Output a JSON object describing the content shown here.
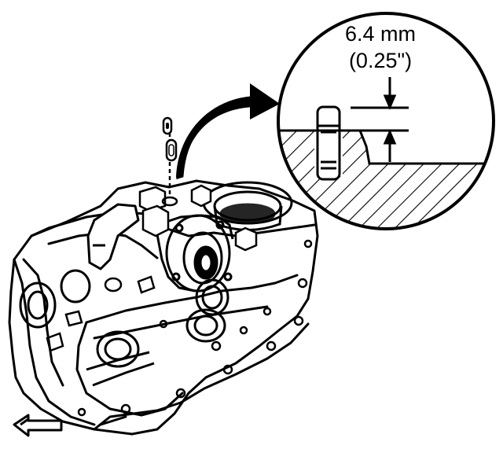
{
  "diagram": {
    "dimension": {
      "metric": "6.4 mm",
      "imperial": "(0.25\")"
    },
    "colors": {
      "ink": "#000000",
      "paper": "#ffffff"
    },
    "icons": {
      "direction_arrow": "double-outline-arrow-left",
      "callout_arrow": "curved-arrow-right"
    }
  }
}
